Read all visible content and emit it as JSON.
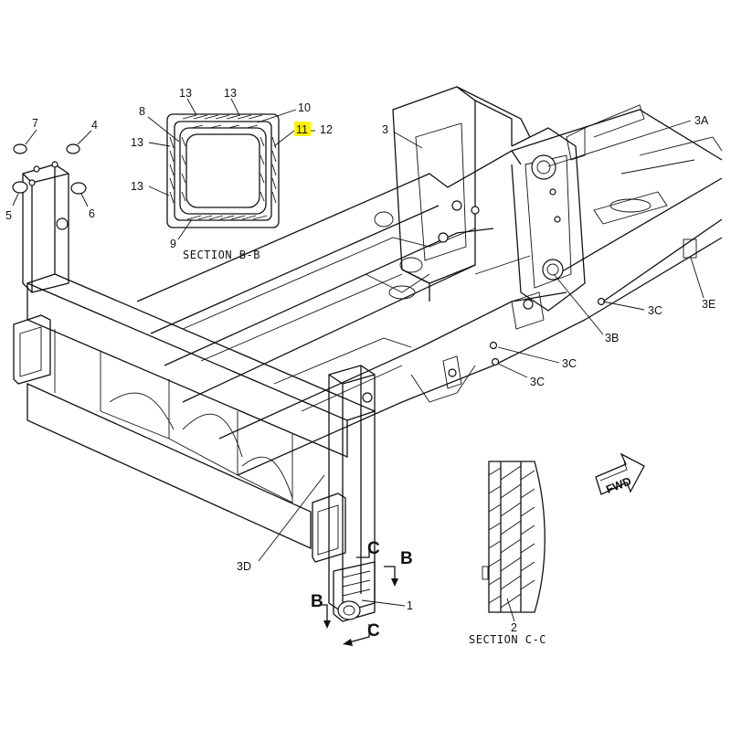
{
  "labels": {
    "l7": "7",
    "l4": "4",
    "l5": "5",
    "l6": "6",
    "l13a": "13",
    "l13b": "13",
    "l13c": "13",
    "l13d": "13",
    "l8": "8",
    "l10": "10",
    "l11": "11",
    "l12": "12",
    "l9": "9",
    "l3": "3",
    "l3A": "3A",
    "l3C1": "3C",
    "l3C2": "3C",
    "l3C3": "3C",
    "l3B": "3B",
    "l3E": "3E",
    "l3D": "3D",
    "l1": "1",
    "l2": "2",
    "lB1": "B",
    "lB2": "B",
    "lC1": "C",
    "lC2": "C"
  },
  "captions": {
    "section_bb": "SECTION B-B",
    "section_cc": "SECTION C-C",
    "fwd": "FWD"
  },
  "colors": {
    "highlight": "#fff200",
    "ink": "#111111"
  }
}
